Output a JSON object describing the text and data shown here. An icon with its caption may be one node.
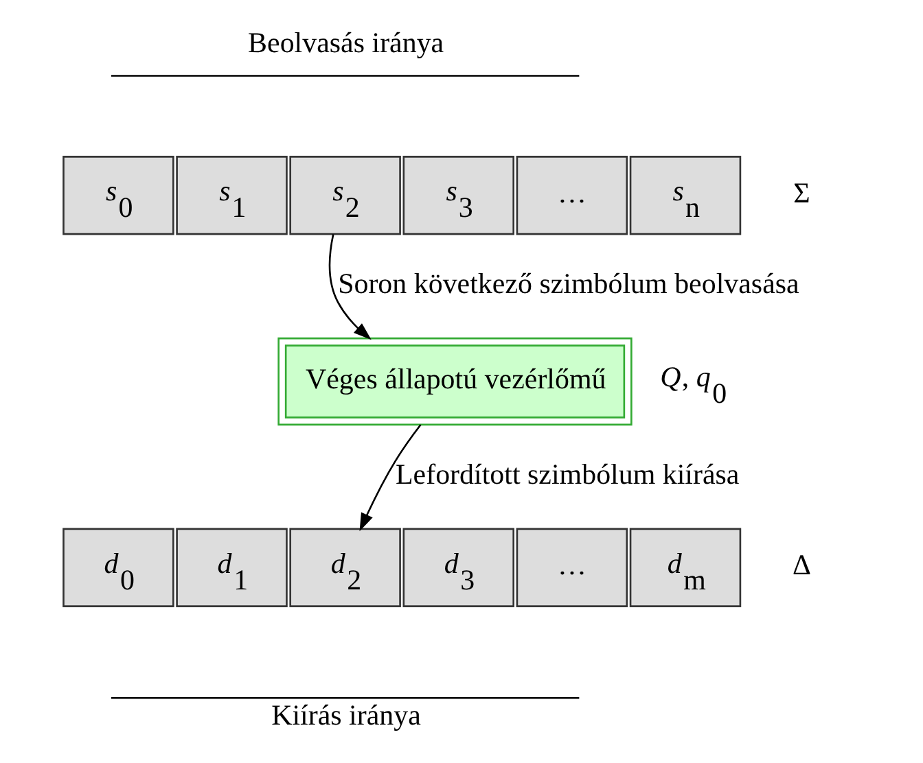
{
  "diagram": {
    "nodes": [
      {
        "text": [
          "*s*$_{0}$"
        ]
      },
      {
        "text": [
          "*s*$_{1}$"
        ]
      },
      {
        "text": [
          "*s*$_{2}$"
        ]
      },
      {
        "text": [
          "*s*$_{3}$"
        ]
      },
      {
        "text": [
          "…"
        ]
      },
      {
        "text": [
          "*s*$_{n}$"
        ]
      },
      {
        "text": [
          "Véges állapotú vezérlőmű"
        ]
      },
      {
        "text": [
          "*d*$_{0}$"
        ]
      },
      {
        "text": [
          "*d*$_{1}$"
        ]
      },
      {
        "text": [
          "*d*$_{2}$"
        ]
      },
      {
        "text": [
          "*d*$_{3}$"
        ]
      },
      {
        "text": [
          "…"
        ]
      },
      {
        "text": [
          "*d*$_{m}$"
        ]
      }
    ],
    "edges": [
      {
        "from": 2,
        "to": 6,
        "arrow": "to",
        "label": "Soron következő szimbólum beolvasása"
      },
      {
        "from": 6,
        "to": 9,
        "arrow": "to",
        "label": "Lefordított szimbólum kiírása"
      }
    ],
    "labels": [
      "Beolvasás iránya",
      "Σ",
      "*Q*, *q*$_{0}$",
      "Δ",
      "Kiírás iránya"
    ]
  }
}
